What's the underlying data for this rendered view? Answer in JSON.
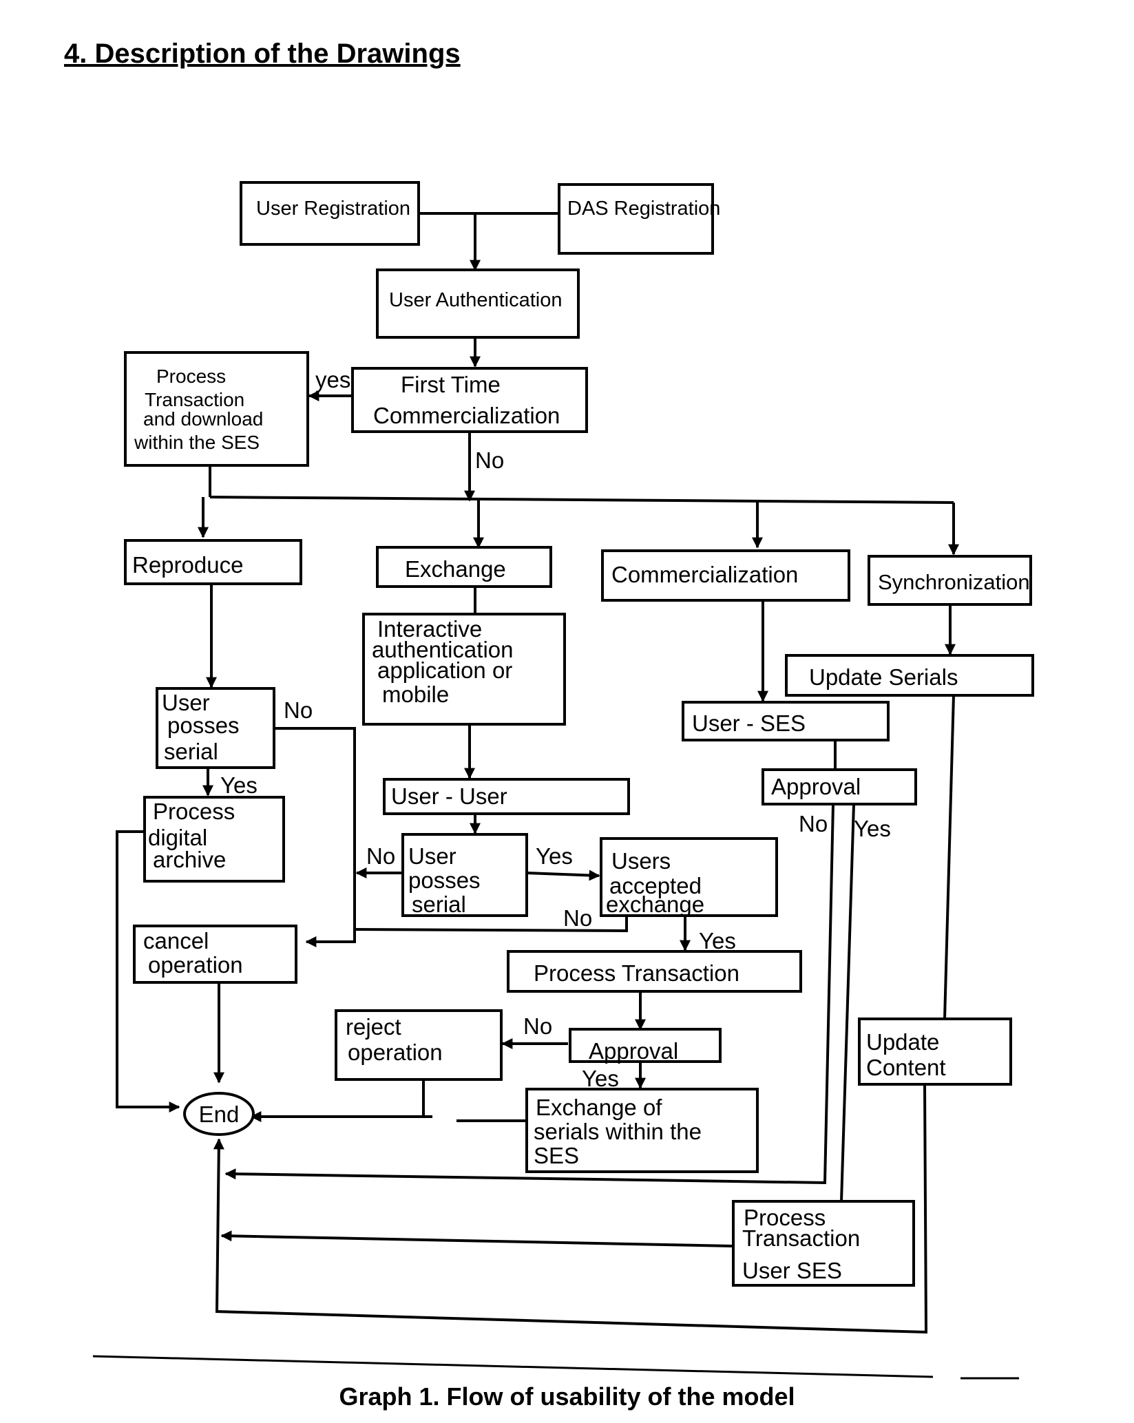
{
  "heading": "4. Description of the Drawings",
  "caption": "Graph 1. Flow of usability of the model",
  "nodes": {
    "user_registration": "User Registration",
    "das_registration": "DAS Registration",
    "user_authentication": "User Authentication",
    "first_time_commercialization": [
      "First Time",
      "Commercialization"
    ],
    "process_transaction_download": [
      "Process",
      "Transaction",
      "and download",
      "within the SES"
    ],
    "reproduce": "Reproduce",
    "exchange": "Exchange",
    "commercialization": "Commercialization",
    "synchronization": "Synchronization",
    "interactive_authentication": [
      "Interactive",
      "authentication",
      "application or",
      "mobile"
    ],
    "update_serials": "Update Serials",
    "user_ses": "User - SES",
    "user_posses_serial_1": [
      "User",
      "posses",
      "serial"
    ],
    "approval_1": "Approval",
    "user_user": "User - User",
    "process_digital_archive": [
      "Process",
      "digital",
      "archive"
    ],
    "user_posses_serial_2": [
      "User",
      "posses",
      "serial"
    ],
    "users_accepted_exchange": [
      "Users",
      "accepted",
      "exchange"
    ],
    "cancel_operation": [
      "cancel",
      "operation"
    ],
    "process_transaction": "Process Transaction",
    "reject_operation": [
      "reject",
      "operation"
    ],
    "approval_2": "Approval",
    "update_content": [
      "Update",
      "Content"
    ],
    "end": "End",
    "exchange_of_serials": [
      "Exchange of",
      "serials within the",
      "SES"
    ],
    "process_transaction_user_ses": [
      "Process",
      "Transaction",
      "User SES"
    ]
  },
  "labels": {
    "yes": "yes",
    "no": "No",
    "yes_cap": "Yes"
  }
}
